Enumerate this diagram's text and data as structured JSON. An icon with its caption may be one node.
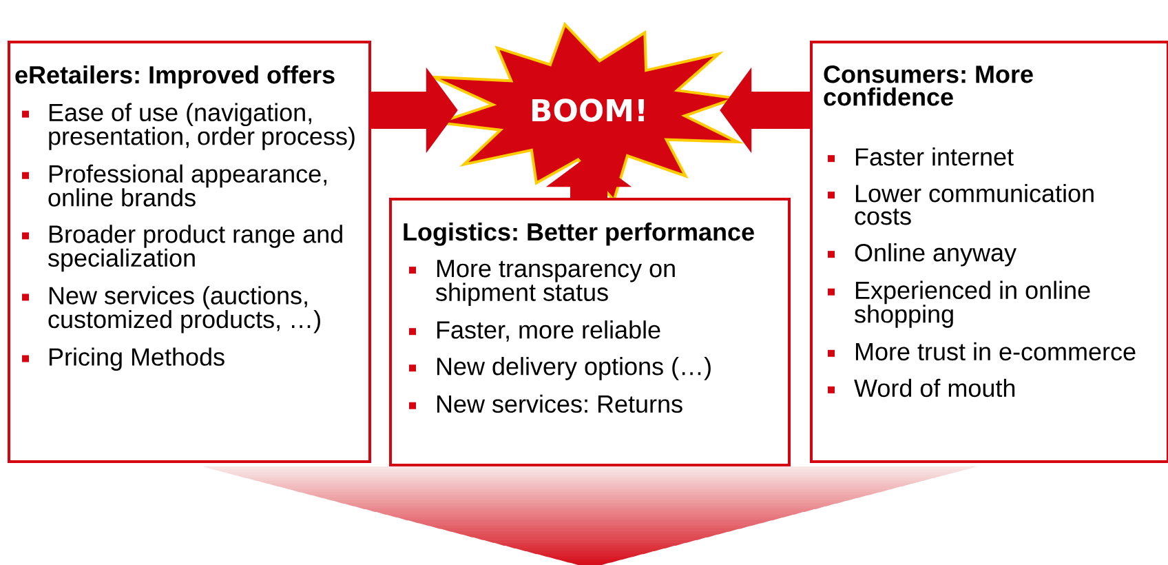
{
  "diagram": {
    "nodes": [
      {
        "text": [
          "eRetailers: Improved offers",
          "Ease of use (navigation, presentation, order process)",
          "Professional appearance, online brands",
          "Broader product range and specialization",
          "New services (auctions, customized products, …)",
          "Pricing Methods"
        ]
      },
      {
        "text": [
          "BOOM!"
        ]
      },
      {
        "text": [
          "Consumers: More confidence",
          "Faster internet",
          "Lower communication costs",
          "Online anyway",
          "Experienced in online shopping",
          "More trust in e-commerce",
          "Word of mouth"
        ]
      },
      {
        "text": [
          "Logistics: Better performance",
          "More transparency on shipment status",
          "Faster, more reliable",
          "New delivery options (…)",
          "New services: Returns"
        ]
      }
    ],
    "edges": [
      {
        "from": 0,
        "to": 1,
        "arrow": "to"
      },
      {
        "from": 2,
        "to": 1,
        "arrow": "to"
      },
      {
        "from": 3,
        "to": 1,
        "arrow": "to"
      },
      {
        "from": 3,
        "to": null,
        "arrow": "to"
      }
    ]
  }
}
